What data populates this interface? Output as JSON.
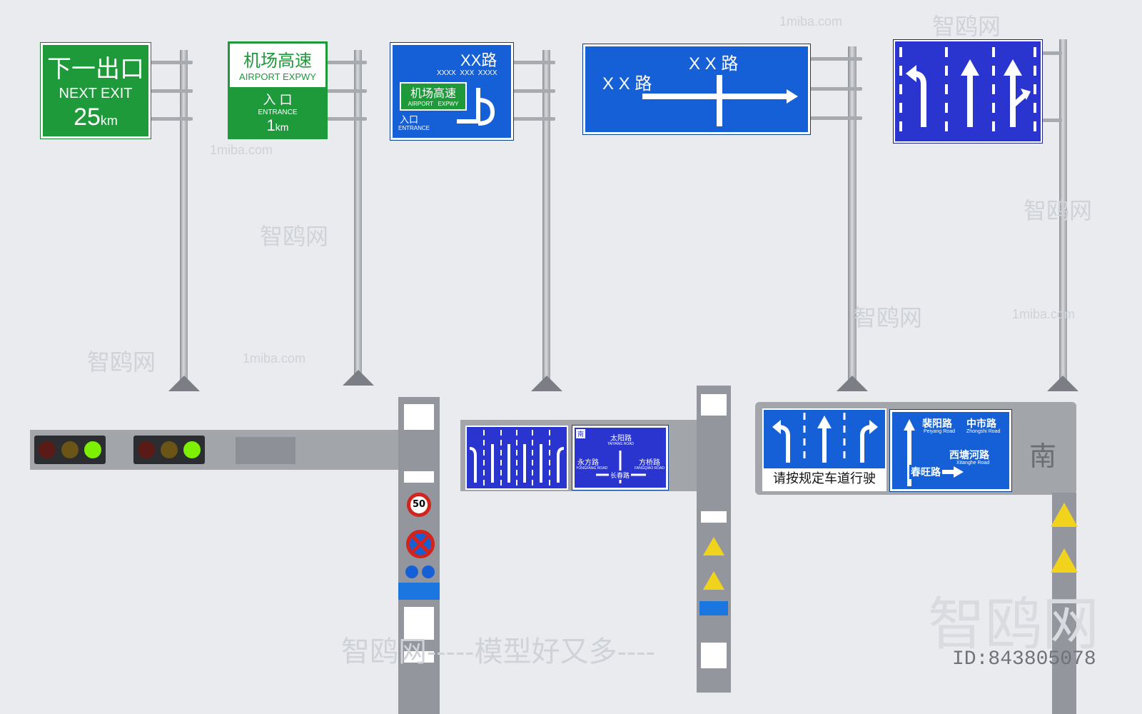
{
  "sign1": {
    "line1": "下一出口",
    "line2": "NEXT EXIT",
    "dist": "25",
    "unit": "km"
  },
  "sign2": {
    "title": "机场高速",
    "sub": "AIRPORT EXPWY",
    "entrance_cn": "入 口",
    "entrance_en": "ENTRANCE",
    "dist": "1",
    "unit": "km"
  },
  "sign3": {
    "title": "XX路",
    "roads": "XXXX  XXX  XXXX",
    "box_cn": "机场高速",
    "box_en": "AIRPORT   EXPWY",
    "ent_cn": "入口",
    "ent_en": "ENTRANCE"
  },
  "sign4": {
    "top": "X X 路",
    "left": "X X 路"
  },
  "bottom2": {
    "north": "南",
    "top": "太阳路",
    "top_en": "TAIYANG ROAD",
    "left": "永方路",
    "left_en": "YONGFANG ROAD",
    "right": "方桥路",
    "right_en": "FANGQIAO ROAD",
    "bottom": "长春路"
  },
  "bottom3": {
    "lane_text": "请按规定车道行驶",
    "r1": "裴阳路",
    "r1_en": "Peiyang Road",
    "r2": "中市路",
    "r2_en": "Zhongshi Road",
    "r3": "西塘河路",
    "r3_en": "Xitanghe Road",
    "r4": "春旺路",
    "side": "南"
  },
  "speed_limit": "50",
  "watermarks": {
    "site": "1miba.com",
    "brand": "智鸥网",
    "slogan": "智鸥网-----模型好又多----",
    "id": "ID:843805078"
  },
  "colors": {
    "green_sign": "#1f9a3b",
    "blue_sign": "#1560d6",
    "lane_blue": "#2a35d0",
    "lamp_green": "#7cf000"
  }
}
